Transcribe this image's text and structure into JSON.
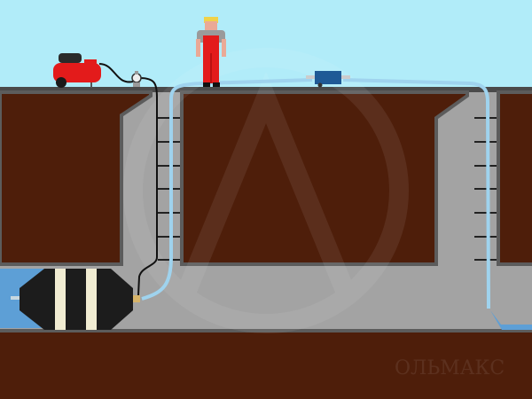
{
  "watermark": "ОЛЬМАКС",
  "colors": {
    "sky": "#b1ecf9",
    "soil": "#4e1e0a",
    "concrete": "#a3a3a3",
    "edge": "#5c5c5c",
    "water": "#5d9fd6",
    "hose": "#9fd3ee",
    "compressor": "#e31b1b",
    "pump": "#1f5a96",
    "plug": "#1c1c1c",
    "plug_band": "#f1ecd2"
  },
  "objects": [
    "air-compressor",
    "pressure-gauge",
    "worker",
    "pump",
    "pipe-plug",
    "ladder-left",
    "ladder-right"
  ]
}
